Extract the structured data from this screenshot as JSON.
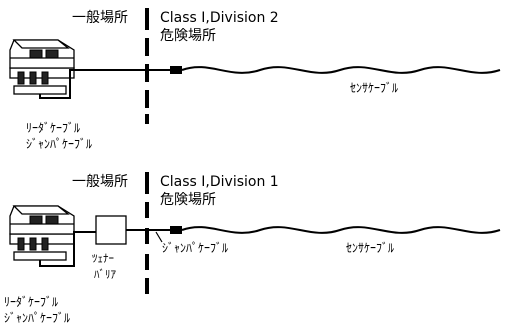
{
  "panel_top": {
    "safe_area": "一般場所",
    "hazard_class": "Class I,Division 2",
    "hazard_area": "危険場所",
    "sensor_cable": "ｾﾝｻｹｰﾌﾞﾙ",
    "lead_cable": "ﾘｰﾀﾞｹｰﾌﾞﾙ",
    "jumper_cable": "ｼﾞｬﾝﾊﾟｹｰﾌﾞﾙ"
  },
  "panel_bottom": {
    "safe_area": "一般場所",
    "hazard_class": "Class I,Division 1",
    "hazard_area": "危険場所",
    "barrier_line1": "ﾂｪﾅｰ",
    "barrier_line2": "ﾊﾞﾘｱ",
    "jumper_cable_field": "ｼﾞｬﾝﾊﾟｹｰﾌﾞﾙ",
    "sensor_cable": "ｾﾝｻｹｰﾌﾞﾙ",
    "lead_cable": "ﾘｰﾀﾞｹｰﾌﾞﾙ",
    "jumper_cable": "ｼﾞｬﾝﾊﾟｹｰﾌﾞﾙ"
  }
}
